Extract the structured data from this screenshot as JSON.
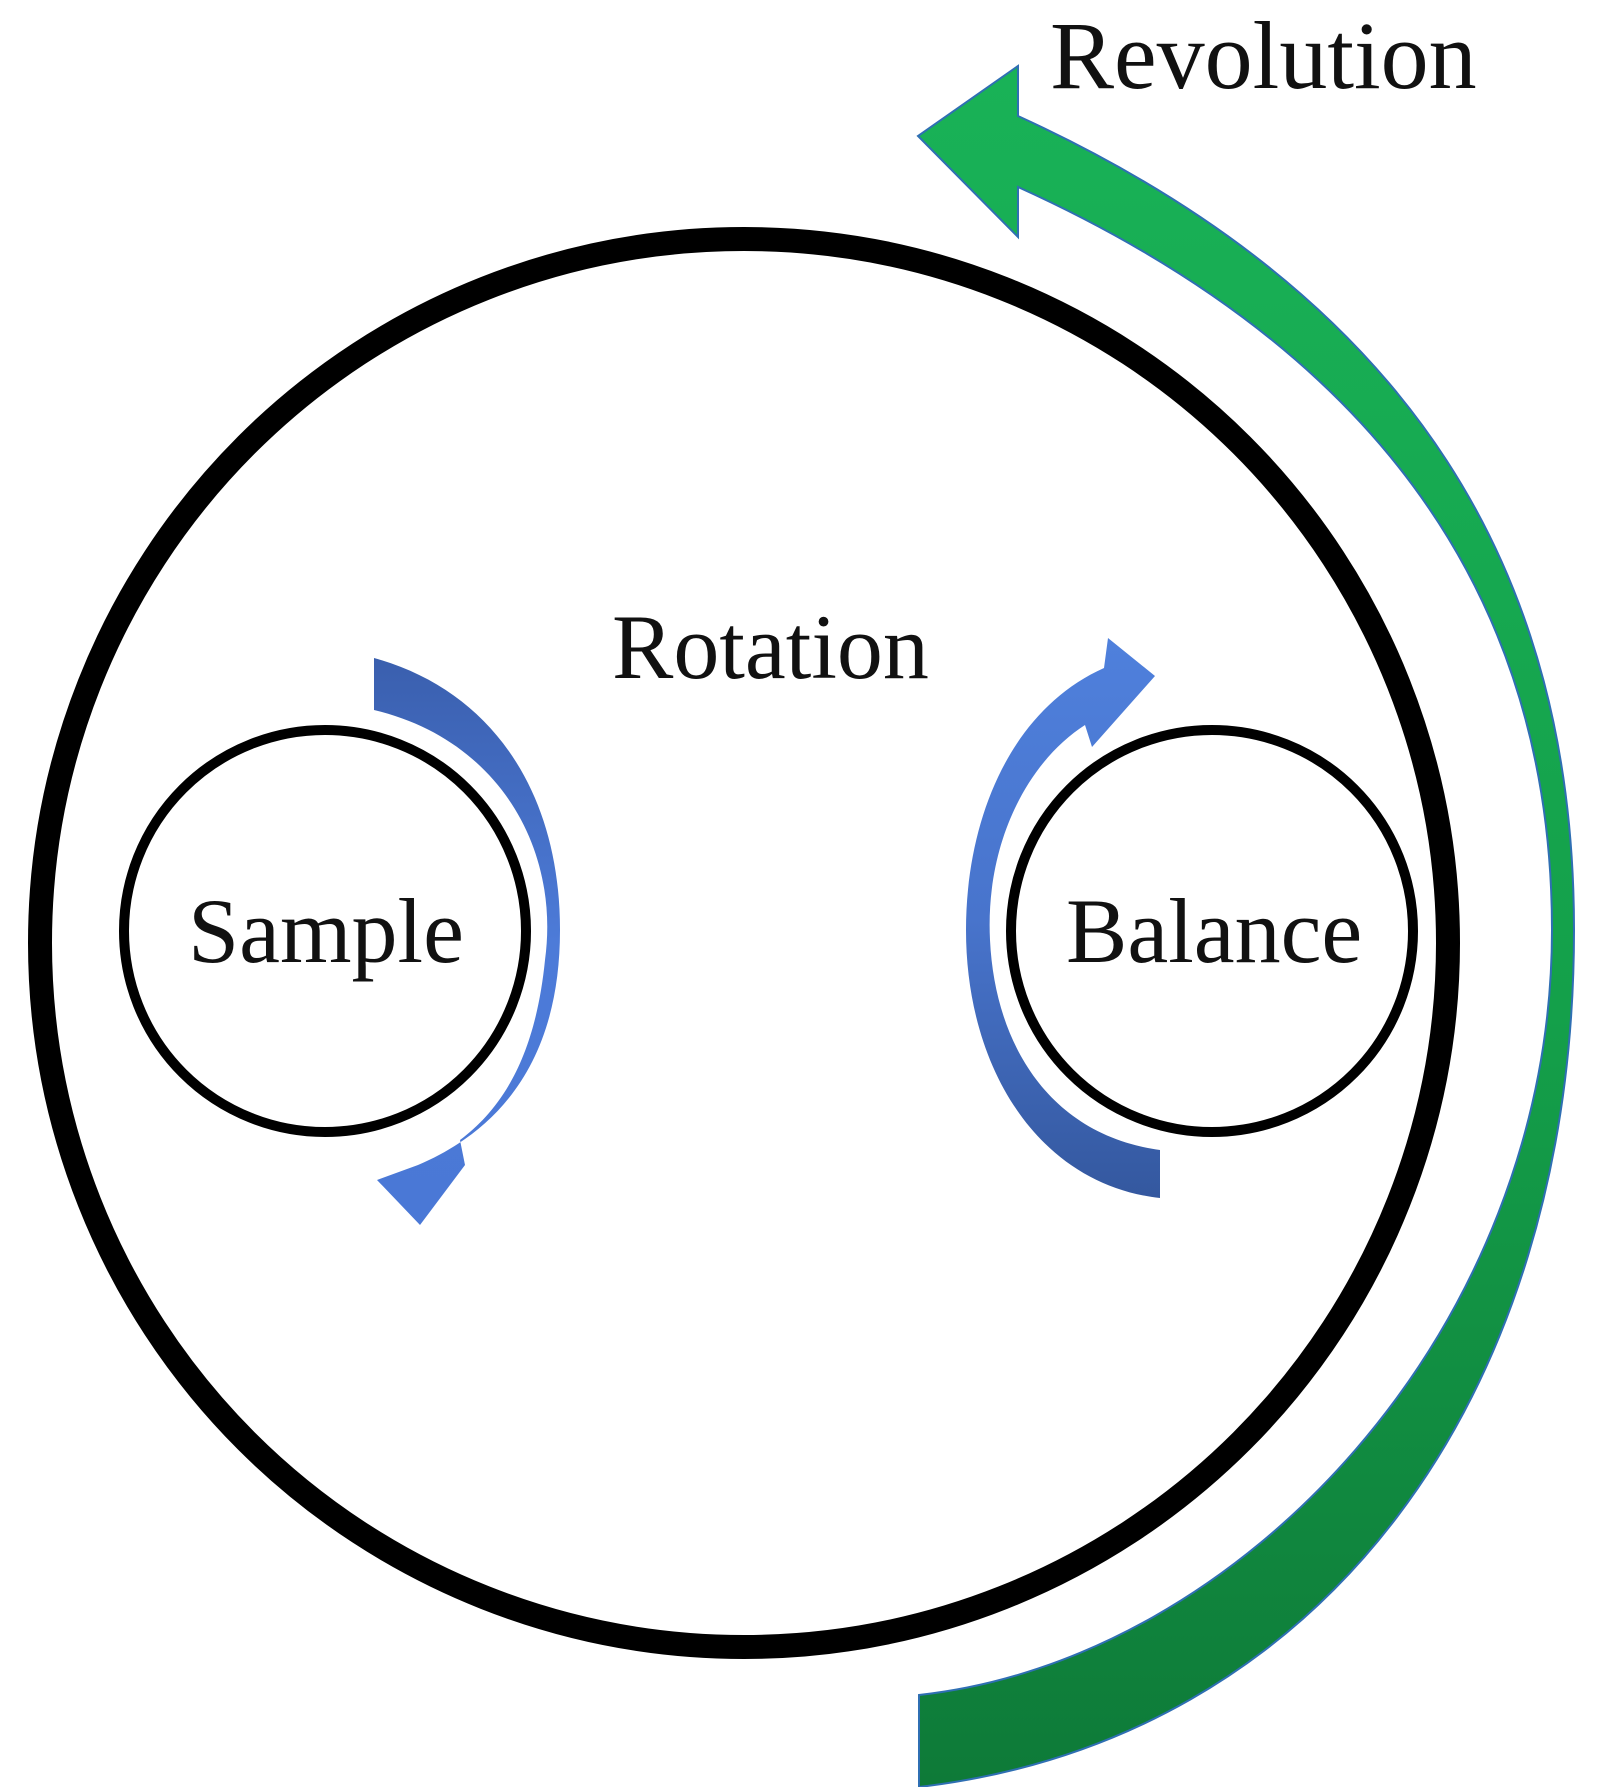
{
  "labels": {
    "revolution": "Revolution",
    "rotation": "Rotation",
    "sample": "Sample",
    "balance": "Balance"
  },
  "colors": {
    "outline": "#000000",
    "revolution_arrow_light": "#17a84d",
    "revolution_arrow_dark": "#0f7d3a",
    "revolution_arrow_edge": "#2f6fb3",
    "rotation_arrow_light": "#4a78d6",
    "rotation_arrow_dark": "#2f58a8",
    "background": "#ffffff"
  },
  "icons": {
    "revolution": "counterclockwise-arc-arrow-icon",
    "sample_rotation": "clockwise-arc-arrow-icon",
    "balance_rotation": "clockwise-arc-arrow-icon"
  }
}
